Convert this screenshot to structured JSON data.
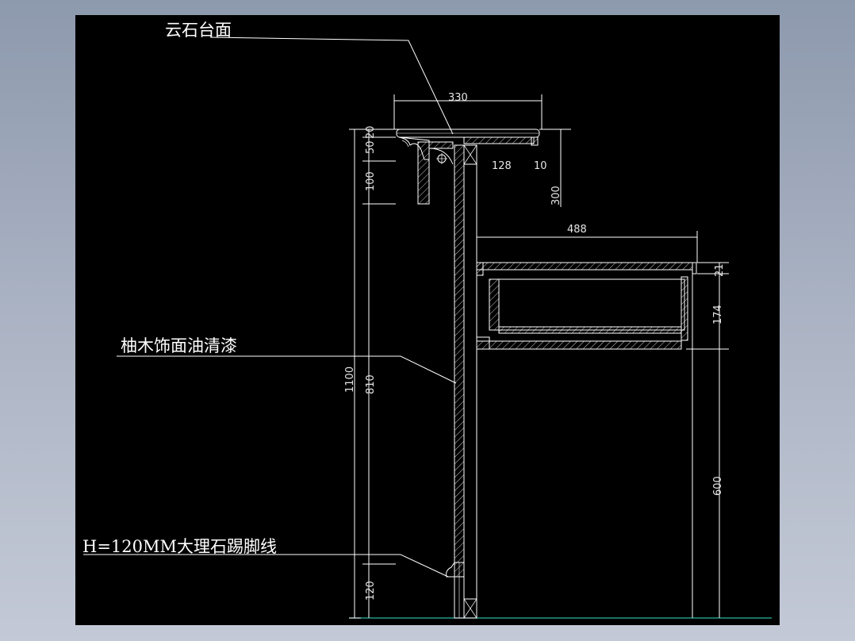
{
  "labels": {
    "countertop": "云石台面",
    "veneer": "柚木饰面油清漆",
    "baseboard": "H=120MM大理石踢脚线"
  },
  "dimensions": {
    "top_width": "330",
    "top_thickness": "50",
    "top_edge": "20",
    "bracket_height": "100",
    "overhang": "128",
    "lip": "10",
    "rise": "300",
    "shelf_depth": "488",
    "shelf_thickness": "21",
    "drawer_height": "174",
    "total_height": "1100",
    "panel_height": "810",
    "lower_height": "600",
    "skirting_height": "120"
  },
  "colors": {
    "background": "#000000",
    "line": "#ffffff",
    "ground": "#2bb3a0",
    "frame": "#9aa3b5"
  }
}
